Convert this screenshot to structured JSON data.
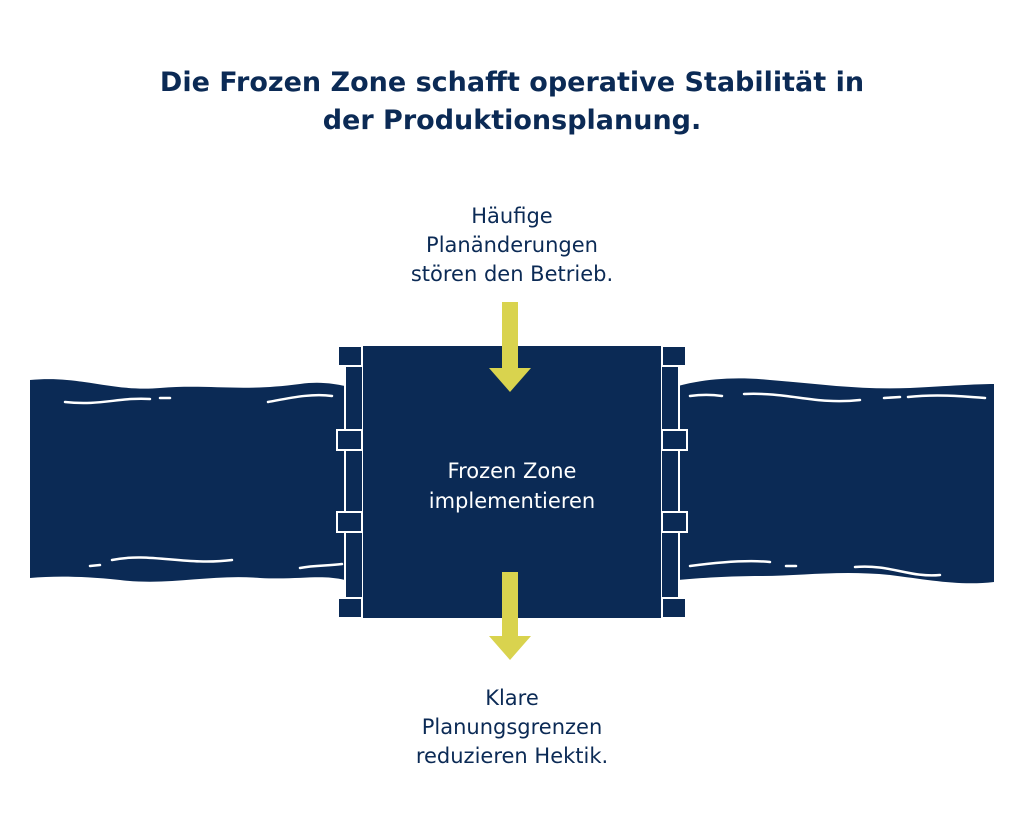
{
  "title": {
    "line1": "Die Frozen Zone schafft operative Stabilität in",
    "line2": "der Produktionsplanung."
  },
  "top_caption": {
    "line1": "Häufige",
    "line2": "Planänderungen",
    "line3": "stören den Betrieb."
  },
  "center": {
    "line1": "Frozen Zone",
    "line2": "implementieren"
  },
  "bottom_caption": {
    "line1": "Klare",
    "line2": "Planungsgrenzen",
    "line3": "reduzieren Hektik."
  },
  "colors": {
    "navy": "#0b2a55",
    "accent": "#d9d34e",
    "white": "#ffffff"
  }
}
